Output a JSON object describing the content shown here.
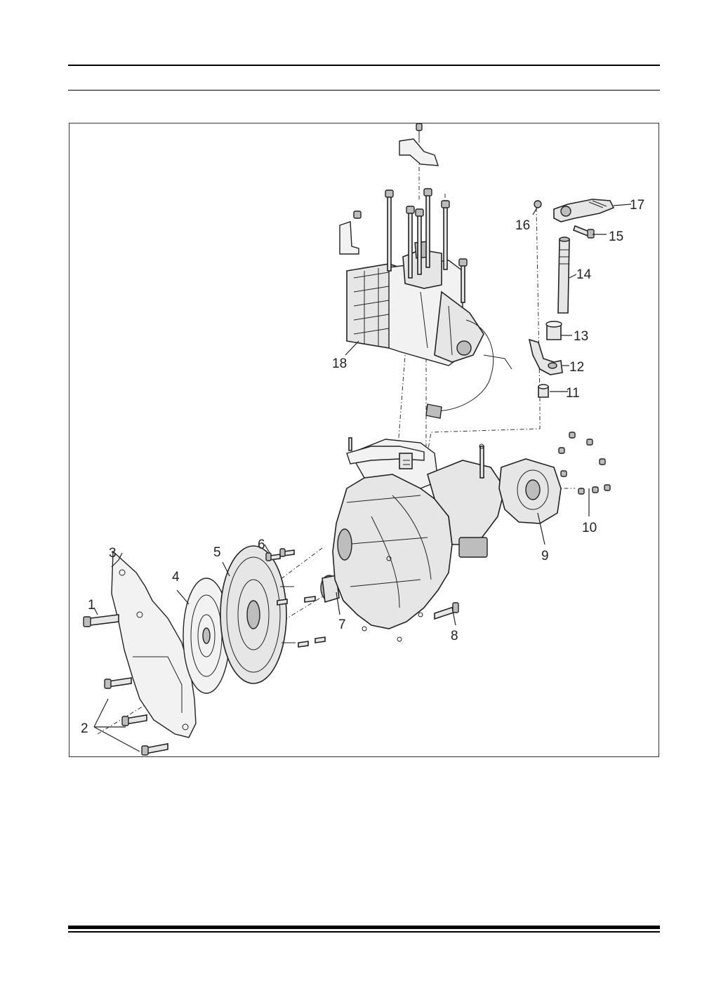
{
  "diagram": {
    "callouts": [
      "1",
      "2",
      "3",
      "4",
      "5",
      "6",
      "7",
      "8",
      "9",
      "10",
      "11",
      "12",
      "13",
      "14",
      "15",
      "16",
      "17",
      "18"
    ]
  },
  "colors": {
    "line": "#222222",
    "part_fill": "#e6e6e6",
    "background": "#ffffff"
  }
}
